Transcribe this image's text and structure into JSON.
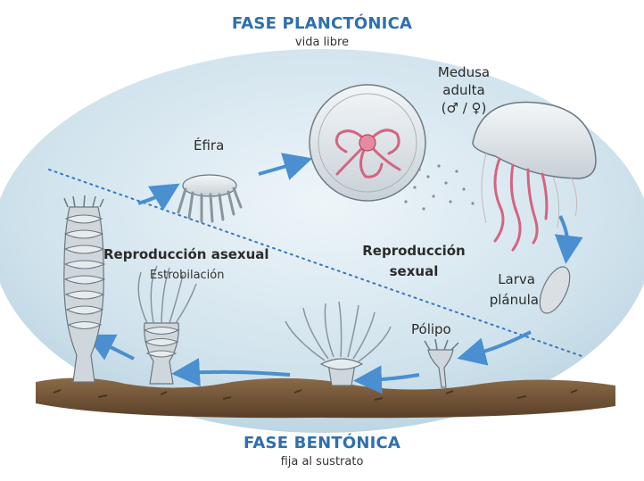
{
  "phases": {
    "planktonic": {
      "title": "FASE PLANCTÓNICA",
      "subtitle": "vida libre"
    },
    "benthic": {
      "title": "FASE BENTÓNICA",
      "subtitle": "fija al sustrato"
    }
  },
  "stages": {
    "efira": "Éfira",
    "medusa_line1": "Medusa",
    "medusa_line2": "adulta",
    "medusa_line3": "(♂ / ♀)",
    "larva_line1": "Larva",
    "larva_line2": "plánula",
    "polipo": "Pólipo"
  },
  "processes": {
    "asexual_title": "Reproducción asexual",
    "asexual_sub": "Estrobilación",
    "sexual_line1": "Reproducción",
    "sexual_line2": "sexual"
  },
  "colors": {
    "title_blue": "#2f6fb1",
    "arrow_blue": "#4a8fd0",
    "water_light": "#e9f2f7",
    "water": "#c5dbe7",
    "seabed": "#6e5134",
    "tissue_pink": "#d7637f"
  }
}
